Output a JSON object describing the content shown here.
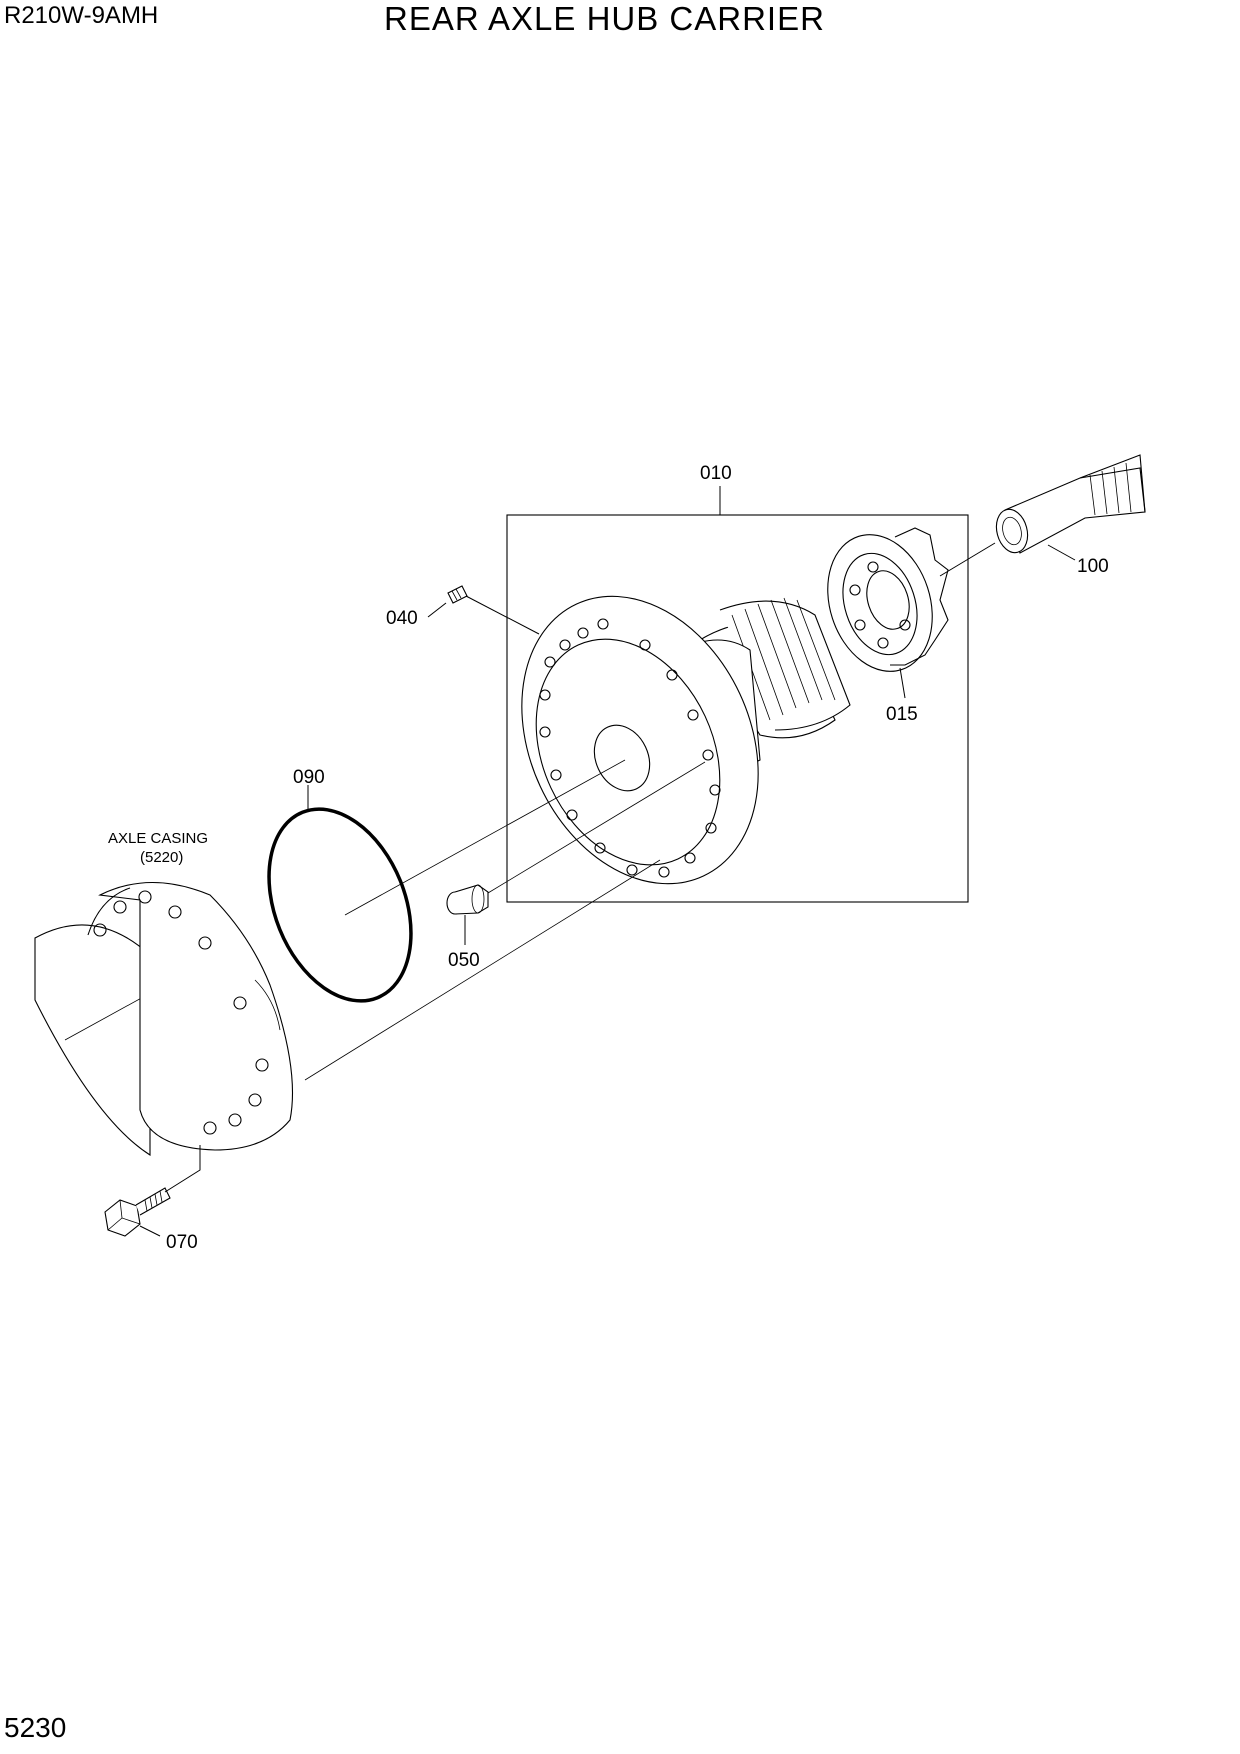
{
  "header": {
    "model": "R210W-9AMH",
    "title": "REAR AXLE HUB CARRIER"
  },
  "footer": {
    "page_number": "5230"
  },
  "diagram": {
    "callouts": {
      "p010": "010",
      "p015": "015",
      "p040": "040",
      "p050": "050",
      "p070": "070",
      "p090": "090",
      "p100": "100"
    },
    "reference_note": {
      "line1": "AXLE CASING",
      "line2": "(5220)"
    }
  }
}
